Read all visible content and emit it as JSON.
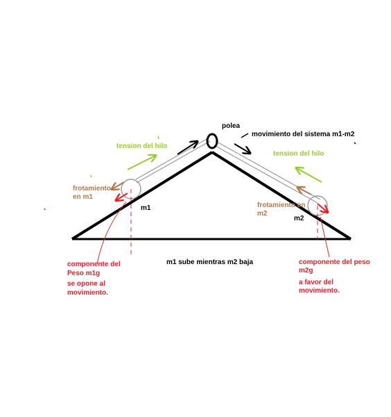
{
  "labels": {
    "pulley": "polea",
    "system_motion": "movimiento del sistema m1-m2",
    "tension_left": "tension del hilo",
    "tension_right": "tension del hilo",
    "friction_m1_line1": "frotamiento",
    "friction_m1_line2": "en m1",
    "friction_m2_line1": "frotamiento en",
    "friction_m2_line2": "m2",
    "mass_1": "m1",
    "mass_2": "m2",
    "weight_m1_line1": "componente del",
    "weight_m1_line2": "Peso m1g",
    "opposes_line1": "se opone al",
    "opposes_line2": "movimiento.",
    "weight_m2_line1": "componente del peso",
    "weight_m2_line2": "m2g",
    "favor_line1": "a favor del",
    "favor_line2": "movimiento.",
    "caption": "m1 sube mientras m2 baja"
  },
  "colors": {
    "tension": "#99cc33",
    "friction": "#b07a50",
    "weight": "#e8202a",
    "ink": "#000000",
    "rope": "#999999"
  }
}
